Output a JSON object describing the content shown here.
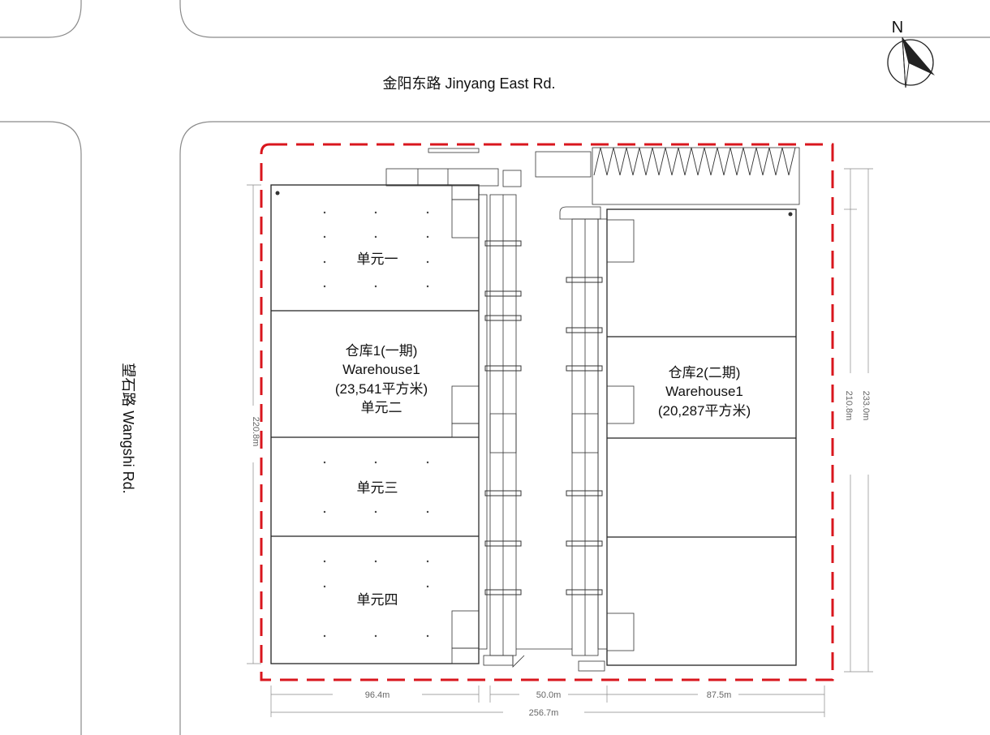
{
  "roads": {
    "north": "金阳东路 Jinyang East Rd.",
    "west": "望石路 Wangshi Rd."
  },
  "compass": {
    "label": "N"
  },
  "warehouse1": {
    "name_cn": "仓库1(一期)",
    "name_en": "Warehouse1",
    "area": "(23,541平方米)",
    "units": [
      "单元一",
      "单元二",
      "单元三",
      "单元四"
    ]
  },
  "warehouse2": {
    "name_cn": "仓库2(二期)",
    "name_en": "Warehouse1",
    "area": "(20,287平方米)"
  },
  "dimensions": {
    "w1_width": "96.4m",
    "corridor_width": "50.0m",
    "w2_width": "87.5m",
    "total_width": "256.7m",
    "left_height": "220.8m",
    "right_inner_height": "210.8m",
    "right_total_height": "233.0m"
  },
  "colors": {
    "boundary": "#d9161d",
    "road": "#8a8a8a",
    "wall": "#222222"
  }
}
